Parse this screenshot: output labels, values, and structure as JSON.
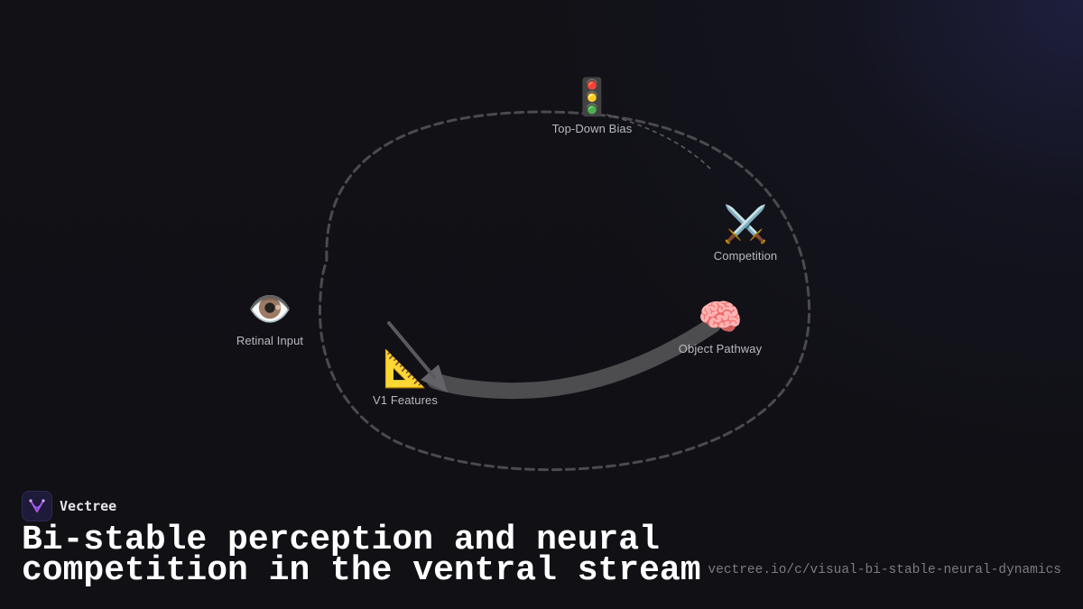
{
  "diagram": {
    "nodes": [
      {
        "id": "top-down-bias",
        "icon": "traffic-light-icon",
        "glyph": "🚦",
        "label": "Top-Down Bias"
      },
      {
        "id": "competition",
        "icon": "crossed-swords-icon",
        "glyph": "⚔️",
        "label": "Competition"
      },
      {
        "id": "object-pathway",
        "icon": "brain-icon",
        "glyph": "🧠",
        "label": "Object Pathway"
      },
      {
        "id": "retinal-input",
        "icon": "eye-icon",
        "glyph": "👁️",
        "label": "Retinal Input"
      },
      {
        "id": "v1-features",
        "icon": "triangular-ruler-icon",
        "glyph": "📐",
        "label": "V1 Features"
      }
    ],
    "edges": [
      {
        "from": "object-pathway",
        "to": "v1-features",
        "style": "thick-arrow"
      },
      {
        "from": "top-down-bias",
        "to": "competition",
        "style": "thin-dashed"
      },
      {
        "from": "loop",
        "to": "loop",
        "style": "dashed-cycle"
      }
    ],
    "colors": {
      "background": "#111116",
      "dashed_loop": "#4a4a4f",
      "arrow": "#4d4d50",
      "label": "#b9b9c1"
    }
  },
  "brand": {
    "name": "Vectree",
    "logo_icon": "vectree-logo-icon",
    "accent": "#b14fe0"
  },
  "title": "Bi-stable perception and neural competition in the ventral stream",
  "url": "vectree.io/c/visual-bi-stable-neural-dynamics"
}
